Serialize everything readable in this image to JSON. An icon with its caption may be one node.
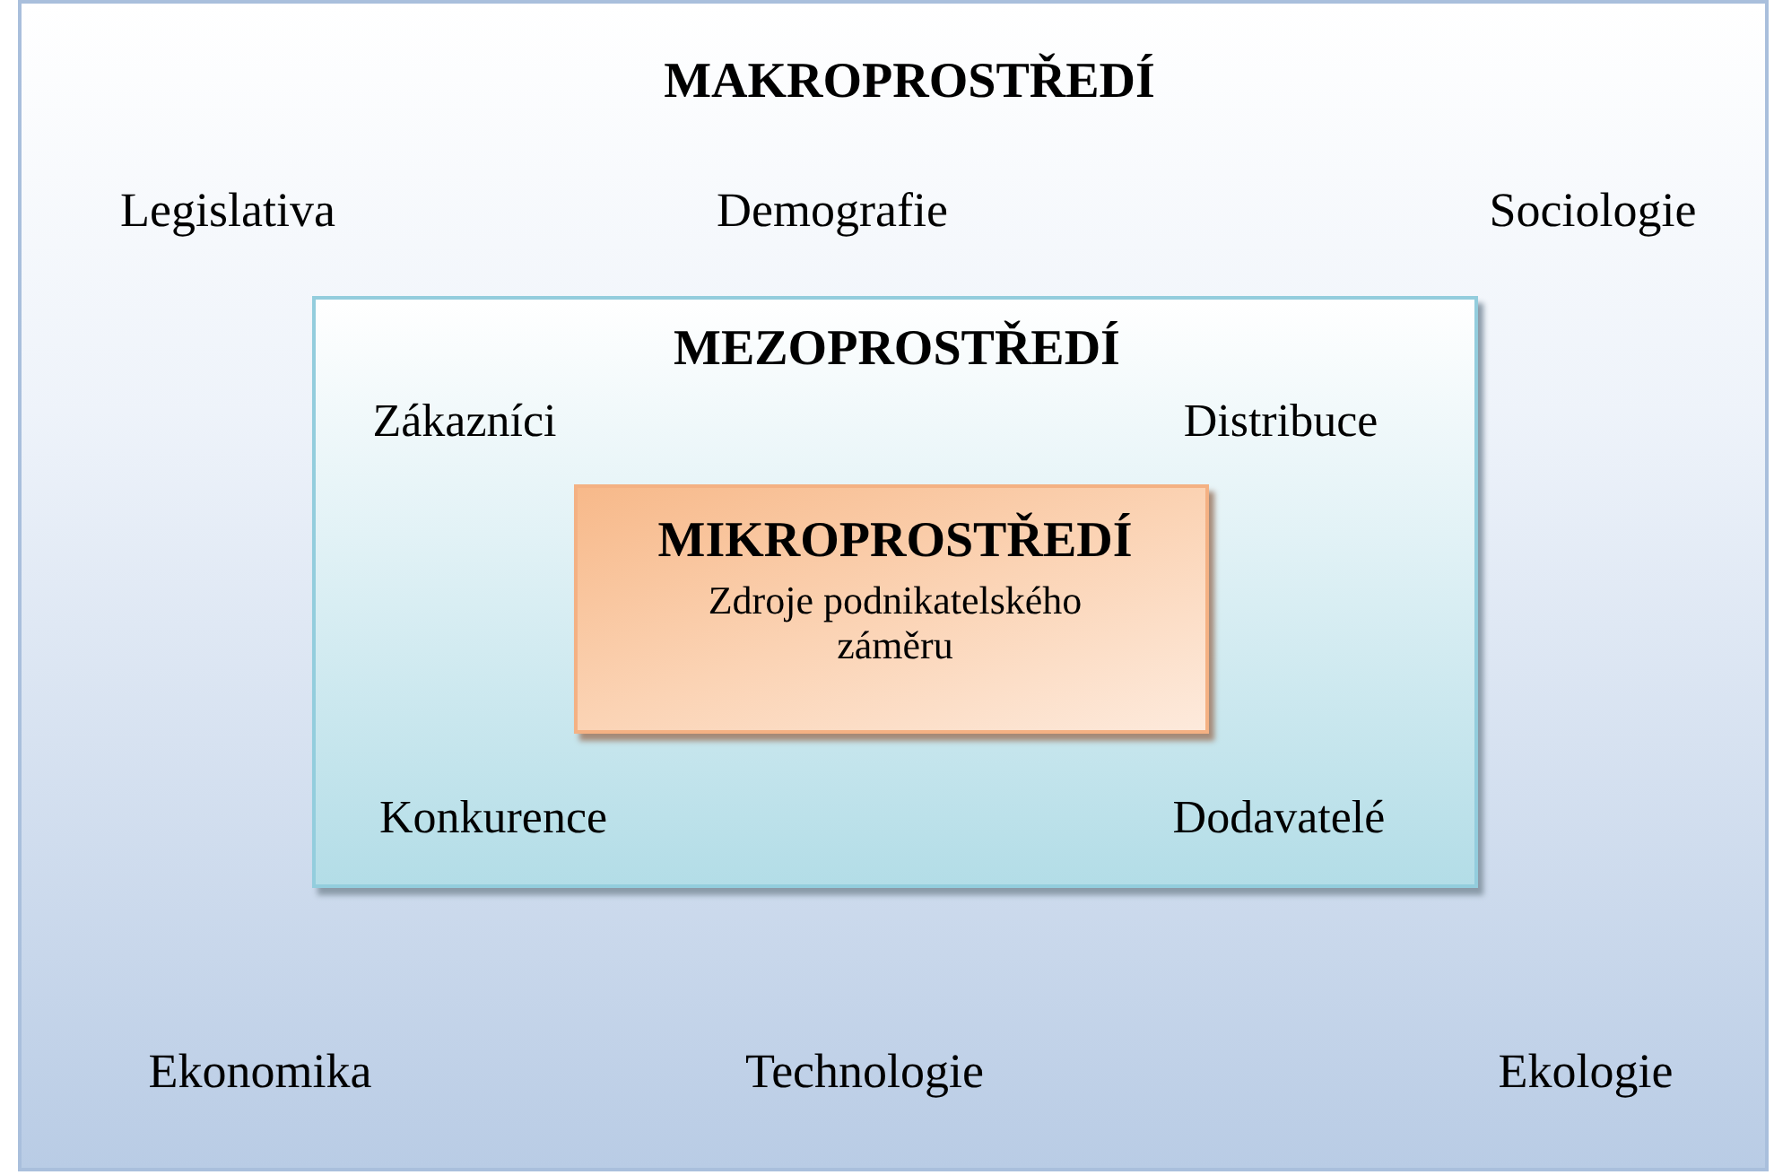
{
  "diagram": {
    "nodes": [
      {
        "text": [
          "MAKROPROSTŘEDÍ",
          "Legislativa",
          "Demografie",
          "Sociologie",
          "Ekonomika",
          "Technologie",
          "Ekologie"
        ]
      },
      {
        "text": [
          "MEZOPROSTŘEDÍ",
          "Zákazníci",
          "Distribuce",
          "Konkurence",
          "Dodavatelé"
        ],
        "in": 0
      },
      {
        "text": [
          "MIKROPROSTŘEDÍ",
          "Zdroje podnikatelského záměru"
        ],
        "in": 1
      }
    ],
    "edges": []
  }
}
